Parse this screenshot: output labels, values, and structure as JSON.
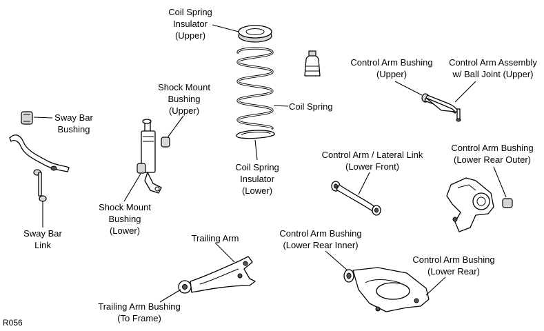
{
  "labels": {
    "coil_spring_insulator_upper": [
      "Coil Spring",
      "Insulator",
      "(Upper)"
    ],
    "coil_spring": [
      "Coil Spring"
    ],
    "coil_spring_insulator_lower": [
      "Coil Spring",
      "Insulator",
      "(Lower)"
    ],
    "control_arm_bushing_upper": [
      "Control Arm Bushing",
      "(Upper)"
    ],
    "control_arm_assembly_upper": [
      "Control Arm Assembly",
      "w/ Ball Joint (Upper)"
    ],
    "sway_bar_bushing": [
      "Sway Bar",
      "Bushing"
    ],
    "shock_mount_bushing_upper": [
      "Shock Mount",
      "Bushing",
      "(Upper)"
    ],
    "control_arm_lateral_link": [
      "Control Arm / Lateral Link",
      "(Lower Front)"
    ],
    "control_arm_bushing_lower_rear_outer": [
      "Control Arm Bushing",
      "(Lower Rear Outer)"
    ],
    "shock_mount_bushing_lower": [
      "Shock Mount",
      "Bushing",
      "(Lower)"
    ],
    "sway_bar_link": [
      "Sway Bar",
      "Link"
    ],
    "trailing_arm": [
      "Trailing Arm"
    ],
    "control_arm_bushing_lower_rear_inner": [
      "Control Arm Bushing",
      "(Lower Rear Inner)"
    ],
    "control_arm_bushing_lower_rear": [
      "Control Arm Bushing",
      "(Lower Rear)"
    ],
    "trailing_arm_bushing_to_frame": [
      "Trailing Arm Bushing",
      "(To Frame)"
    ]
  },
  "figure_code": "R056"
}
